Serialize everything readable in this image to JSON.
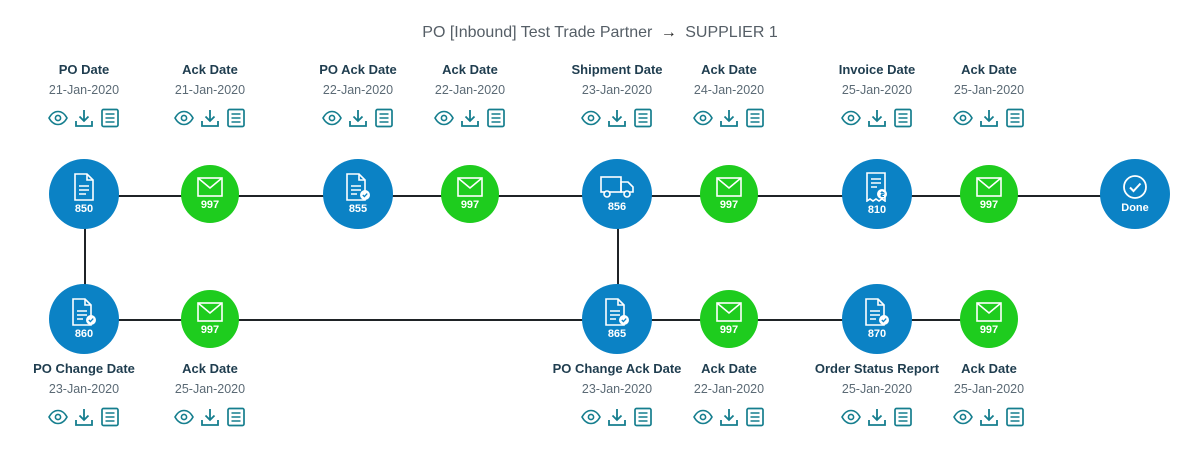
{
  "header": {
    "source": "PO [Inbound] Test Trade Partner",
    "arrow": "→",
    "target": "SUPPLIER 1"
  },
  "colors": {
    "doc": "#0b82c5",
    "ack": "#1ecc1e",
    "icon": "#157e8e"
  },
  "nodes": {
    "n850": {
      "code": "850",
      "label": "PO Date",
      "date": "21-Jan-2020",
      "icon": "document-icon"
    },
    "a850": {
      "code": "997",
      "label": "Ack Date",
      "date": "21-Jan-2020",
      "icon": "envelope-icon"
    },
    "n855": {
      "code": "855",
      "label": "PO Ack Date",
      "date": "22-Jan-2020",
      "icon": "document-check-icon"
    },
    "a855": {
      "code": "997",
      "label": "Ack Date",
      "date": "22-Jan-2020",
      "icon": "envelope-icon"
    },
    "n856": {
      "code": "856",
      "label": "Shipment Date",
      "date": "23-Jan-2020",
      "icon": "truck-icon"
    },
    "a856": {
      "code": "997",
      "label": "Ack Date",
      "date": "24-Jan-2020",
      "icon": "envelope-icon"
    },
    "n810": {
      "code": "810",
      "label": "Invoice Date",
      "date": "25-Jan-2020",
      "icon": "invoice-icon"
    },
    "a810": {
      "code": "997",
      "label": "Ack Date",
      "date": "25-Jan-2020",
      "icon": "envelope-icon"
    },
    "done": {
      "code": "Done",
      "icon": "check-circle-icon"
    },
    "n860": {
      "code": "860",
      "label": "PO Change Date",
      "date": "23-Jan-2020",
      "icon": "document-check-icon"
    },
    "a860": {
      "code": "997",
      "label": "Ack Date",
      "date": "25-Jan-2020",
      "icon": "envelope-icon"
    },
    "n865": {
      "code": "865",
      "label": "PO Change Ack Date",
      "date": "23-Jan-2020",
      "icon": "document-check-icon"
    },
    "a865": {
      "code": "997",
      "label": "Ack Date",
      "date": "22-Jan-2020",
      "icon": "envelope-icon"
    },
    "n870": {
      "code": "870",
      "label": "Order Status Report",
      "date": "25-Jan-2020",
      "icon": "document-check-icon"
    },
    "a870": {
      "code": "997",
      "label": "Ack Date",
      "date": "25-Jan-2020",
      "icon": "envelope-icon"
    }
  },
  "actions": [
    "view-icon",
    "download-icon",
    "details-icon"
  ]
}
